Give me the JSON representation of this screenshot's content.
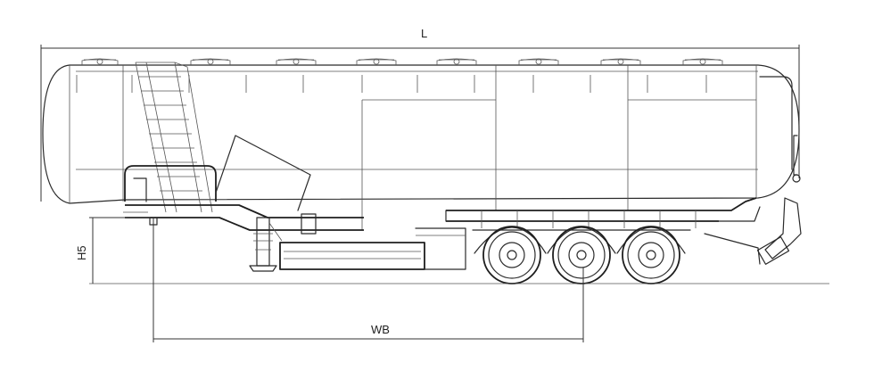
{
  "diagram": {
    "labels": {
      "overall_length": "L",
      "wheelbase": "WB",
      "fifth_wheel_height": "H5"
    }
  }
}
